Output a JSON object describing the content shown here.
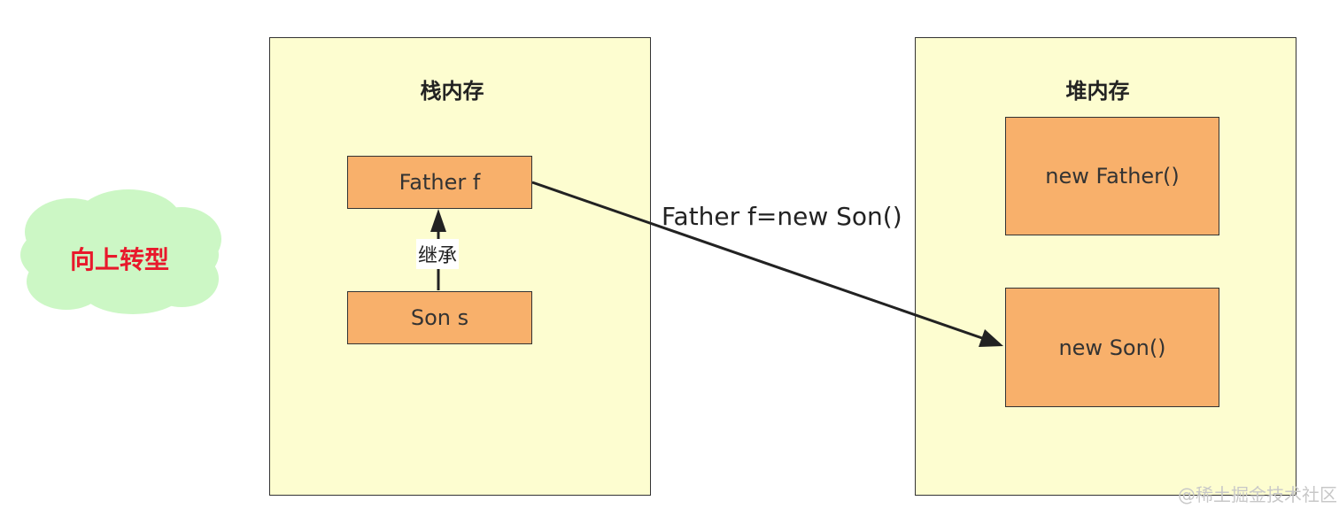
{
  "diagram": {
    "cloud": {
      "label": "向上转型",
      "color": "#e8192c",
      "fill": "#ccf7c5"
    },
    "stack_panel": {
      "title": "栈内存",
      "boxes": {
        "father": "Father f",
        "son": "Son s"
      },
      "inherit_label": "继承"
    },
    "heap_panel": {
      "title": "堆内存",
      "boxes": {
        "new_father": "new Father()",
        "new_son": "new Son()"
      }
    },
    "reference_label": "Father f=new Son()",
    "watermark": "@稀土掘金技术社区",
    "colors": {
      "panel_fill": "#fdfdd0",
      "box_fill": "#f8b06b",
      "stroke": "#333333"
    }
  }
}
